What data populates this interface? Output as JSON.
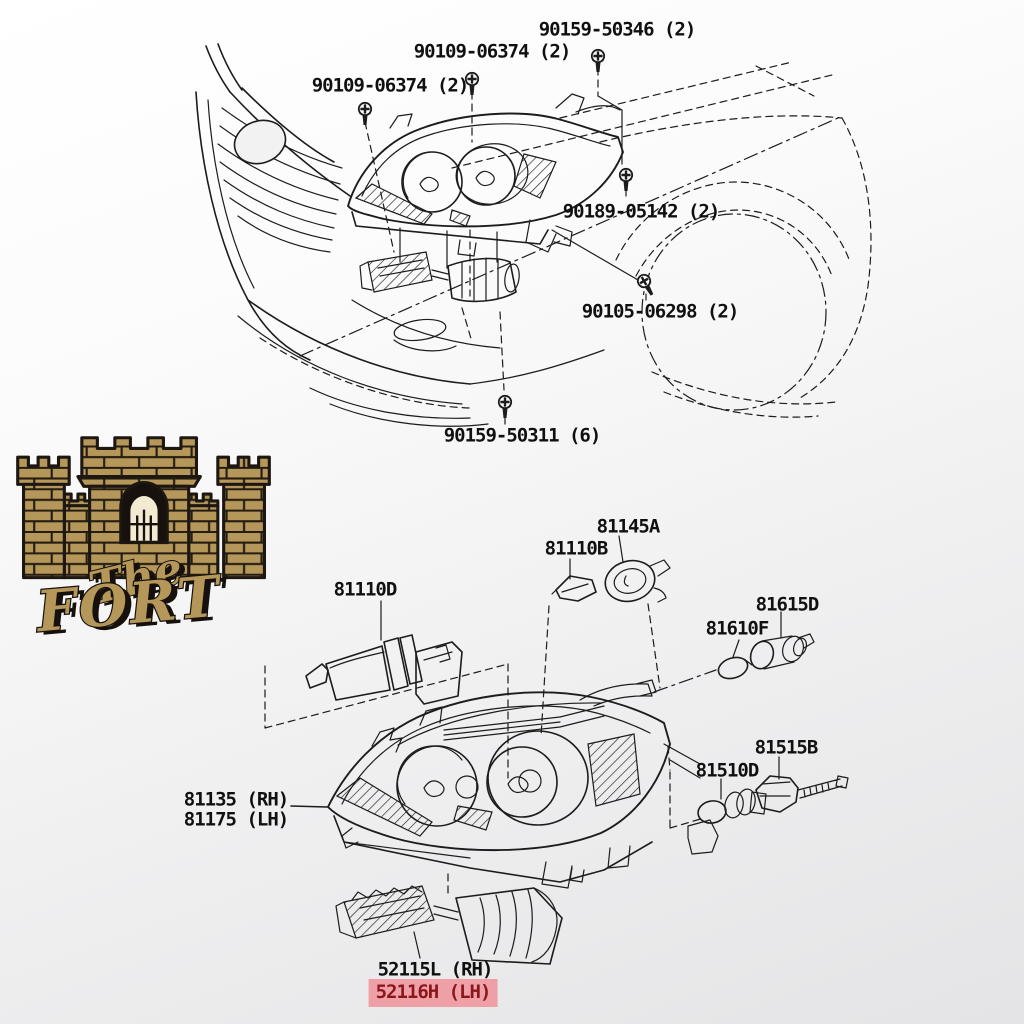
{
  "image_title": "Toyota headlamp assembly parts diagram",
  "watermark": {
    "the": "The",
    "fort": "FORT"
  },
  "parts": {
    "pn90159_50346": "90159-50346 (2)",
    "pn90109_06374_right": "90109-06374 (2)",
    "pn90109_06374_left": "90109-06374 (2)",
    "pn90189_05142": "90189-05142 (2)",
    "pn90105_06298": "90105-06298 (2)",
    "pn90159_50311": "90159-50311 (6)",
    "pn81145A": "81145A",
    "pn81110B": "81110B",
    "pn81110D": "81110D",
    "pn81615D": "81615D",
    "pn81610F": "81610F",
    "pn81515B": "81515B",
    "pn81510D": "81510D",
    "pn81135": "81135 (RH)",
    "pn81175": "81175 (LH)",
    "pn52115L": "52115L (RH)",
    "pn52116H": "52116H (LH)"
  },
  "highlighted_part": "52116H (LH)",
  "colors": {
    "line": "#1c1c1c",
    "label_text": "#101010",
    "highlight_background": "#efa0a7",
    "highlight_text": "#8b161c",
    "logo_gold": "#b49759",
    "logo_outline": "#1d1712",
    "background_top": "#ffffff",
    "background_bottom": "#e4e4e6"
  }
}
